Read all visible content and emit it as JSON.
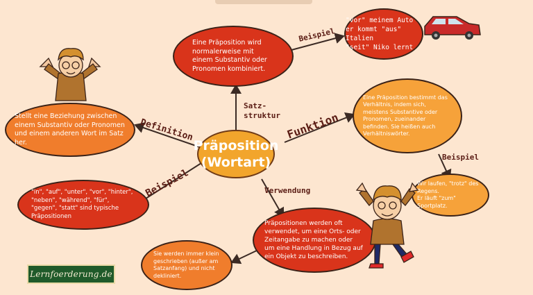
{
  "center": {
    "line1": "Präposition",
    "line2": "(Wortart)"
  },
  "labels": {
    "definition": "Definition",
    "beispiel_left": "Beispiel",
    "satzstruktur_1": "Satz-",
    "satzstruktur_2": "struktur",
    "funktion": "Funktion",
    "verwendung": "Verwendung",
    "beispiel_top": "Beispiel",
    "beispiel_right": "Beispiel"
  },
  "bubbles": {
    "satzstruktur": "Eine Präposition wird normalerweise mit einem Substantiv oder Pronomen kombiniert.",
    "beispiel_top_1": "\"vor\" meinem Auto",
    "beispiel_top_2": "er kommt \"aus\" Italien",
    "beispiel_top_3": "\"seit\" Niko lernt",
    "definition": "Stellt eine Beziehung zwischen einem Substantiv oder Pronomen und einem anderen Wort im Satz her.",
    "funktion": "Eine Präposition bestimmt das Verhältnis, indem sich, meistens Substantive oder Pronomen, zueinander befinden. Sie heißen auch Verhältniswörter.",
    "beispiel_right_1": "Wir laufen, \"trotz\" des Regens.",
    "beispiel_right_2": "Er läuft \"zum\" Sportplatz.",
    "beispiel_left": "\"in\", \"auf\", \"unter\", \"vor\", \"hinter\", \"neben\", \"während\", \"für\", \"gegen\", \"statt\" sind typische Präpositionen",
    "verwendung": "Präpositionen werden oft verwendet, um eine Orts- oder Zeitangabe zu machen oder um eine Handlung in Bezug auf ein Objekt zu beschreiben.",
    "klein": "Sie werden immer klein geschrieben (außer am Satzanfang) und nicht dekliniert."
  },
  "logo": "Lernfoerderung.de",
  "icons": [
    "car-icon",
    "boy-waving-icon",
    "boy-jumping-icon"
  ],
  "colors": {
    "background": "#fde6d0",
    "red": "#d9341b",
    "orange": "#f07d2c",
    "light": "#f6a23a",
    "label": "#5b1d15"
  }
}
